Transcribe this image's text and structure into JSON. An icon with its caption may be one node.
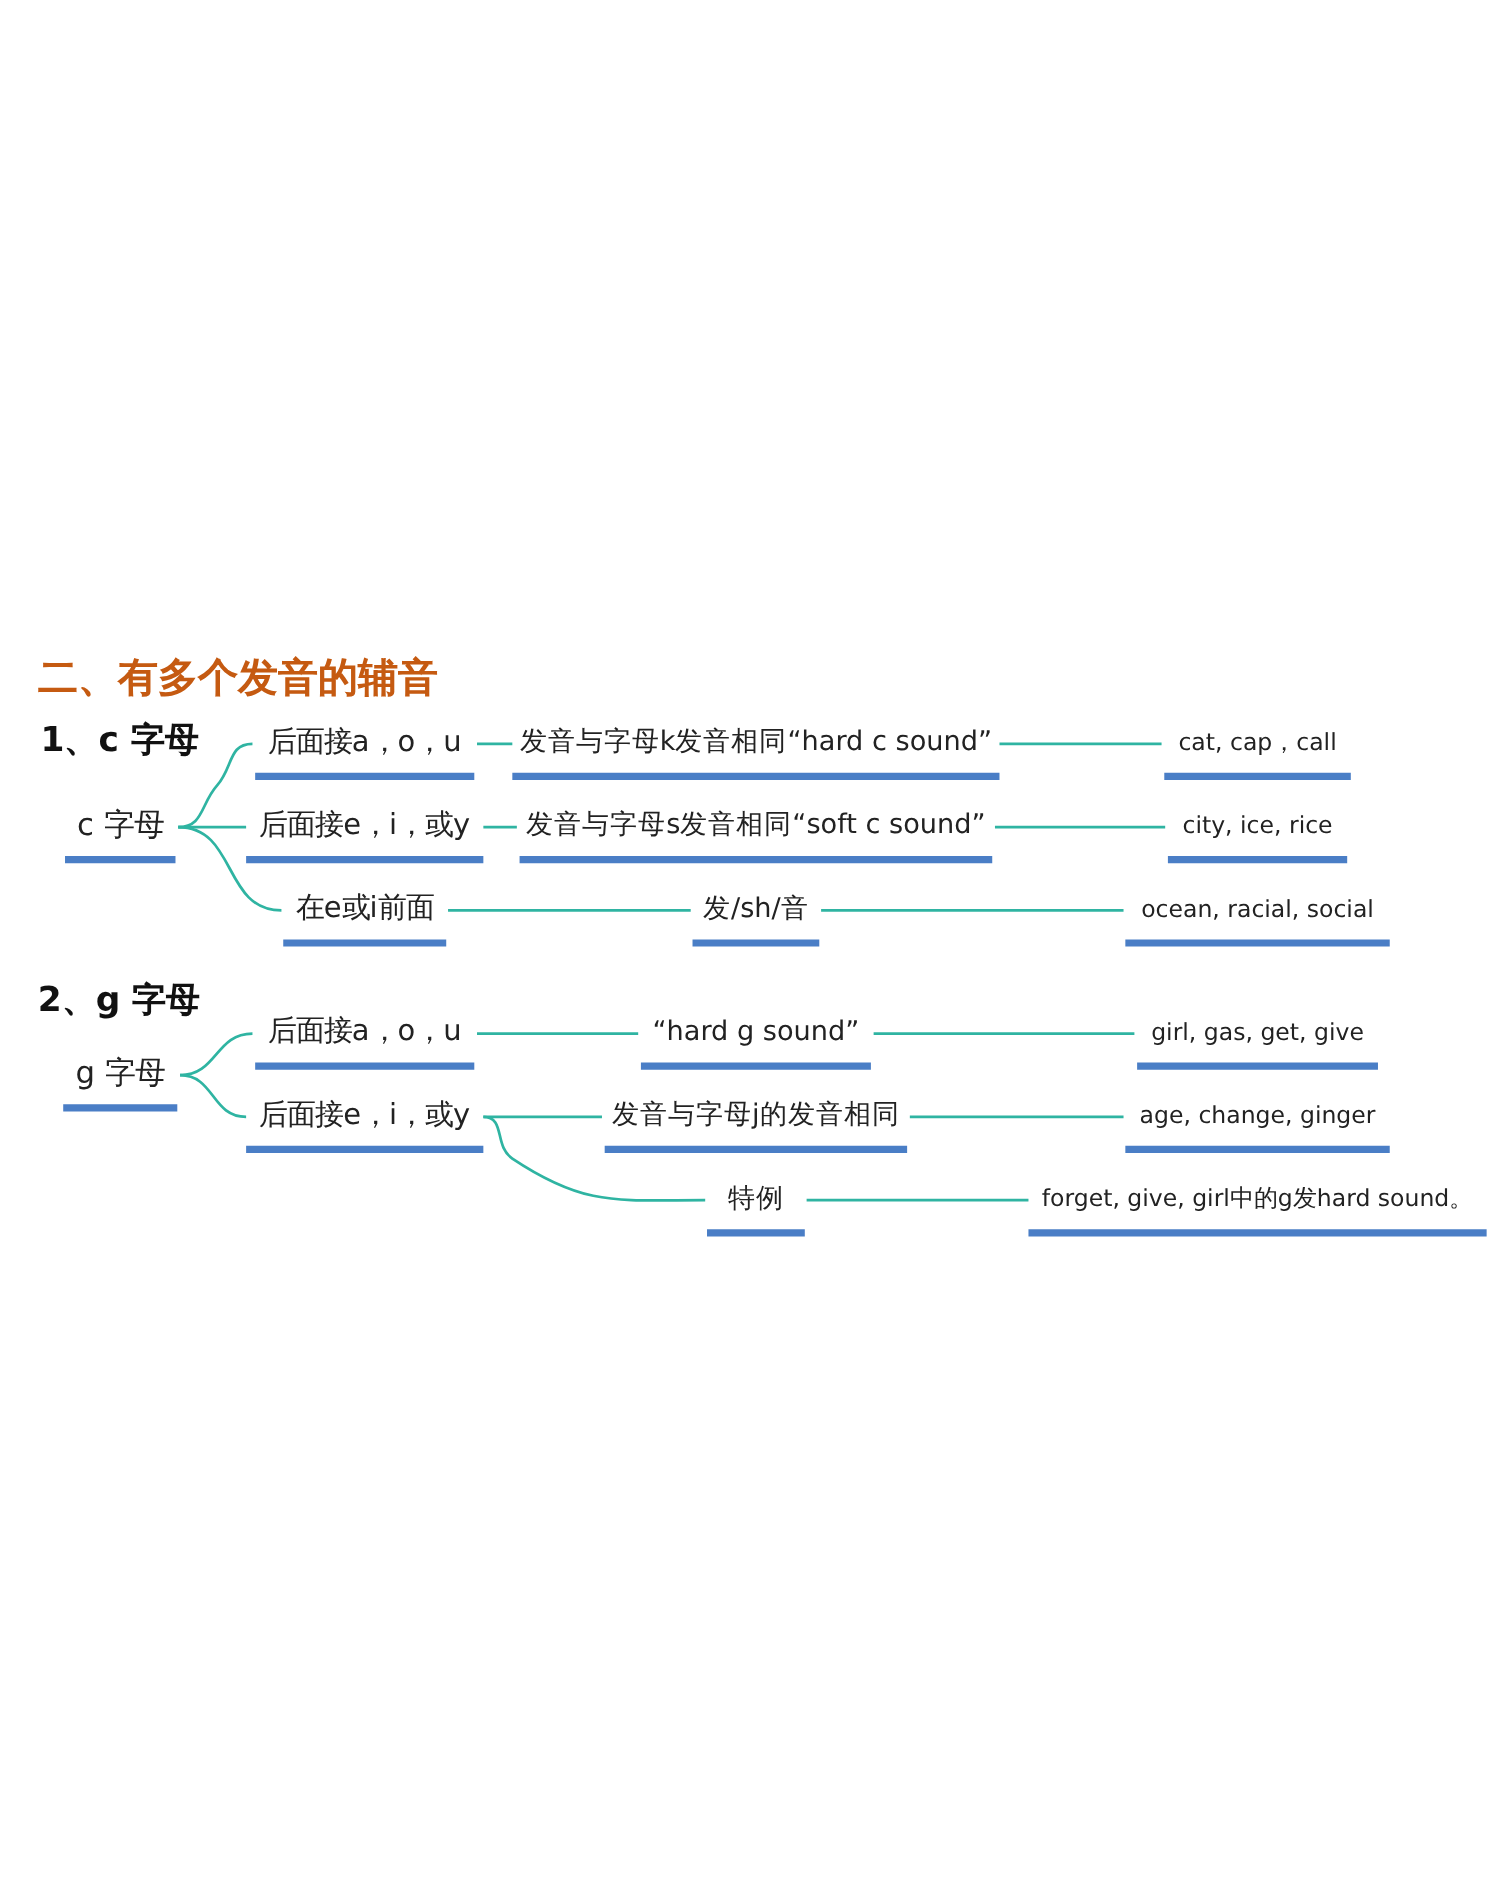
{
  "diagram": {
    "title": "二、有多个发音的辅音",
    "nodes": [
      {
        "text": [
          "c 字母"
        ]
      },
      {
        "text": [
          "后面接a，o，u"
        ]
      },
      {
        "text": [
          "发音与字母k发音相同“hard c sound”"
        ]
      },
      {
        "text": [
          "cat, cap，call"
        ]
      },
      {
        "text": [
          "后面接e，i，或y"
        ]
      },
      {
        "text": [
          "发音与字母s发音相同“soft c sound”"
        ]
      },
      {
        "text": [
          "city, ice, rice"
        ]
      },
      {
        "text": [
          "在e或i前面"
        ]
      },
      {
        "text": [
          "发/sh/音"
        ]
      },
      {
        "text": [
          "ocean, racial, social"
        ]
      },
      {
        "text": [
          "g 字母"
        ]
      },
      {
        "text": [
          "后面接a，o，u"
        ]
      },
      {
        "text": [
          "“hard g sound”"
        ]
      },
      {
        "text": [
          "girl, gas, get, give"
        ]
      },
      {
        "text": [
          "后面接e，i，或y"
        ]
      },
      {
        "text": [
          "发音与字母j的发音相同"
        ]
      },
      {
        "text": [
          "age, change, ginger"
        ]
      },
      {
        "text": [
          "特例"
        ]
      },
      {
        "text": [
          "forget, give, girl中的g发hard sound。"
        ]
      }
    ],
    "edges": [
      {
        "from": 0,
        "to": 1,
        "arrow": "none"
      },
      {
        "from": 0,
        "to": 4,
        "arrow": "none"
      },
      {
        "from": 0,
        "to": 7,
        "arrow": "none"
      },
      {
        "from": 1,
        "to": 2,
        "arrow": "none"
      },
      {
        "from": 2,
        "to": 3,
        "arrow": "none"
      },
      {
        "from": 4,
        "to": 5,
        "arrow": "none"
      },
      {
        "from": 5,
        "to": 6,
        "arrow": "none"
      },
      {
        "from": 7,
        "to": 8,
        "arrow": "none"
      },
      {
        "from": 8,
        "to": 9,
        "arrow": "none"
      },
      {
        "from": 10,
        "to": 11,
        "arrow": "none"
      },
      {
        "from": 10,
        "to": 14,
        "arrow": "none"
      },
      {
        "from": 11,
        "to": 12,
        "arrow": "none"
      },
      {
        "from": 12,
        "to": 13,
        "arrow": "none"
      },
      {
        "from": 14,
        "to": 15,
        "arrow": "none"
      },
      {
        "from": 15,
        "to": 16,
        "arrow": "none"
      },
      {
        "from": 14,
        "to": 17,
        "arrow": "none"
      },
      {
        "from": 17,
        "to": 18,
        "arrow": "none"
      }
    ],
    "labels": [
      "1、c 字母",
      "2、g 字母"
    ]
  }
}
